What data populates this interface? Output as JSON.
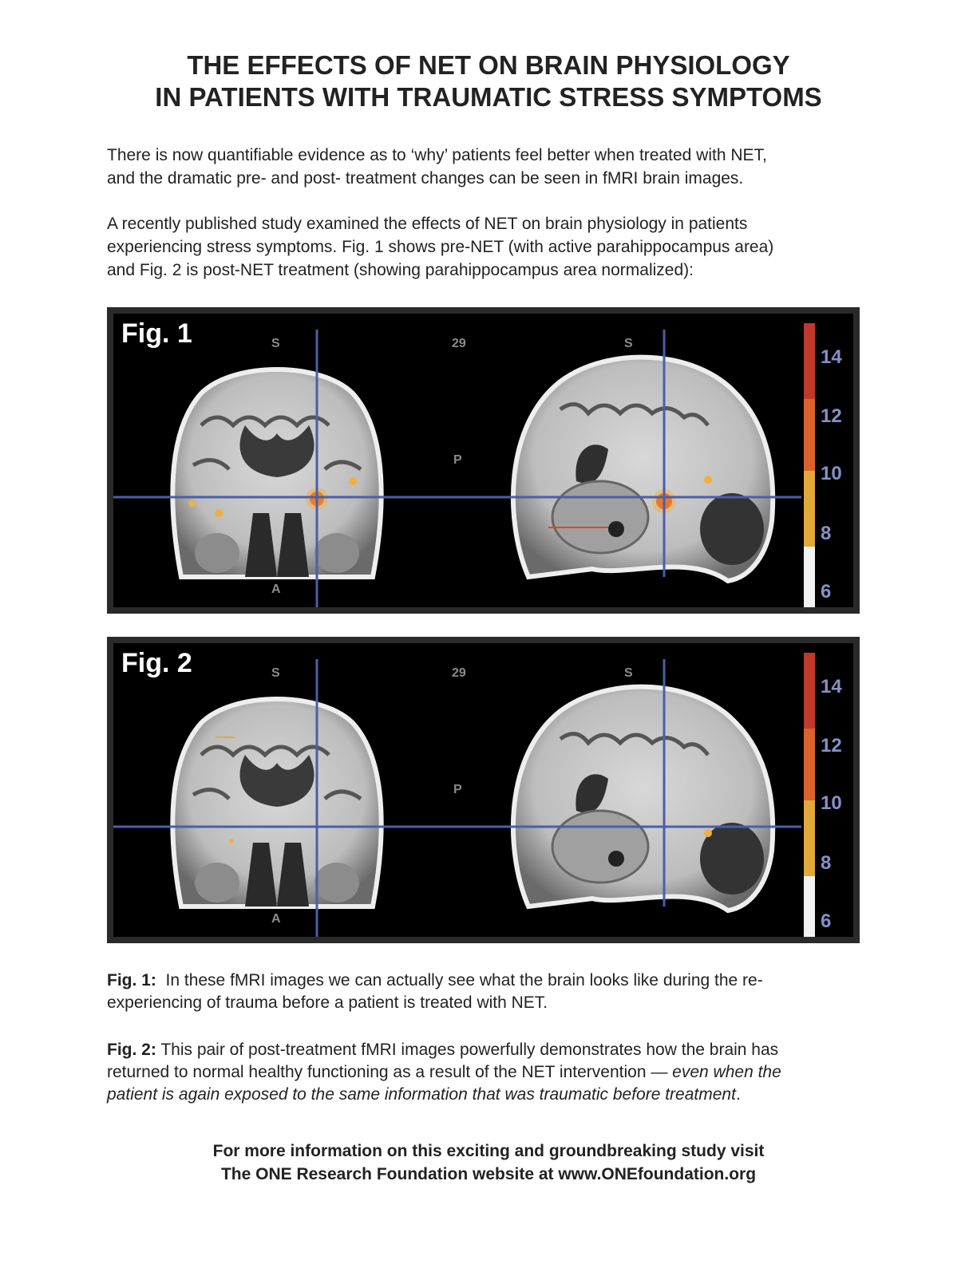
{
  "header": {
    "title_line1": "THE EFFECTS OF NET ON BRAIN PHYSIOLOGY",
    "title_line2": "IN PATIENTS WITH TRAUMATIC STRESS SYMPTOMS"
  },
  "intro": {
    "p1_line1": "There is now quantifiable evidence as to ‘why’ patients feel better when treated with NET,",
    "p1_line2": "and the dramatic pre- and post- treatment changes can be seen in fMRI brain images.",
    "p2_line1": "A recently published study examined the effects of NET on brain physiology in patients",
    "p2_line2": "experiencing stress symptoms. Fig. 1 shows pre-NET (with active parahippocampus area)",
    "p2_line3": "and Fig. 2 is post-NET treatment (showing parahippocampus area normalized):"
  },
  "figures": [
    {
      "label": "Fig. 1",
      "markers": {
        "superior": "S",
        "anterior": "A",
        "posterior": "P",
        "slice": "29",
        "superior_right": "S"
      },
      "scale_ticks": [
        "14",
        "12",
        "10",
        "8",
        "6"
      ],
      "activation": "active"
    },
    {
      "label": "Fig. 2",
      "markers": {
        "superior": "S",
        "anterior": "A",
        "posterior": "P",
        "slice": "29",
        "superior_right": "S"
      },
      "scale_ticks": [
        "14",
        "12",
        "10",
        "8",
        "6"
      ],
      "activation": "normalized"
    }
  ],
  "captions": {
    "fig1_label": "Fig. 1:",
    "fig1_line1": "In these fMRI images we can actually see what the brain looks like during the re-",
    "fig1_line2": "experiencing of trauma before a patient is treated with NET.",
    "fig2_label": "Fig. 2:",
    "fig2_line1": "This pair of post-treatment fMRI images powerfully demonstrates how the brain has",
    "fig2_line2_plain": "returned to normal healthy functioning as a result of the NET intervention — ",
    "fig2_line2_italic": "even when the",
    "fig2_line3_italic": "patient is again exposed to the same information that was traumatic before treatment",
    "fig2_line3_end": "."
  },
  "footer": {
    "line1": "For more information on this exciting and groundbreaking study visit",
    "line2": "The ONE Research Foundation website at www.ONEfoundation.org"
  },
  "colors": {
    "crosshair": "#4a5fa8",
    "scale_red": "#c0392b",
    "scale_orange": "#d9632b",
    "scale_yellow": "#e0a93a",
    "scale_white": "#f2f2f2",
    "activation_red": "#e04a20",
    "activation_yellow": "#f0b040",
    "marker_gray": "#8a8a8a"
  }
}
